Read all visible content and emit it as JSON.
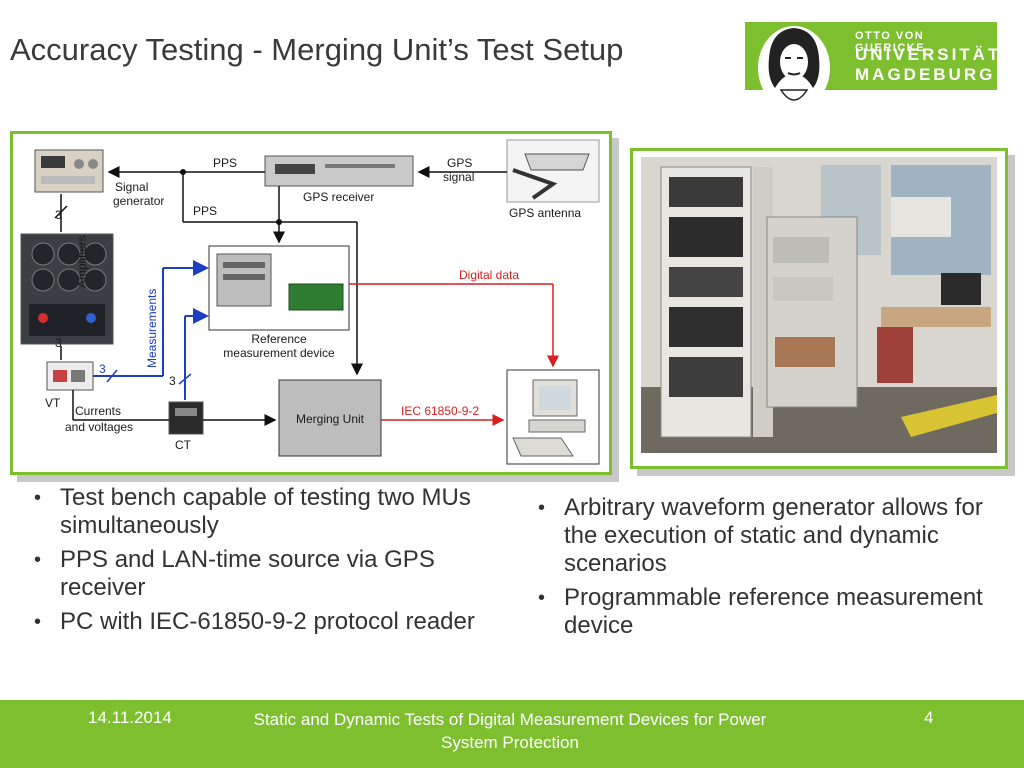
{
  "slide": {
    "title": "Accuracy Testing - Merging Unit’s Test Setup"
  },
  "logo": {
    "line1": "OTTO VON GUERICKE",
    "line2": "UNIVERSITÄT",
    "line3": "MAGDEBURG"
  },
  "diagram": {
    "pps_top": "PPS",
    "gps_signal_1": "GPS",
    "gps_signal_2": "signal",
    "gps_receiver": "GPS receiver",
    "gps_antenna": "GPS antenna",
    "signal_generator_1": "Signal",
    "signal_generator_2": "generator",
    "pps_mid": "PPS",
    "three_a": "3",
    "three_b": "3",
    "three_c": "3",
    "three_d": "3",
    "amplifiers": "Amplifiers",
    "measurements": "Measurements",
    "digital_data": "Digital data",
    "reference_1": "Reference",
    "reference_2": "measurement device",
    "vt": "VT",
    "currents_1": "Currents",
    "currents_2": "and voltages",
    "ct": "CT",
    "merging_unit": "Merging Unit",
    "iec": "IEC 61850-9-2"
  },
  "bullets_left": [
    "Test bench capable of testing two MUs simultaneously",
    "PPS and LAN-time source via GPS receiver",
    "PC with IEC-61850-9-2 protocol reader"
  ],
  "bullets_right": [
    "Arbitrary waveform generator allows for the execution of static and dynamic scenarios",
    "Programmable reference measurement device"
  ],
  "footer": {
    "date": "14.11.2014",
    "title": "Static and Dynamic Tests of Digital Measurement Devices for Power System Protection",
    "page": "4"
  },
  "colors": {
    "accent_green": "#7dbf2f",
    "arrow_blue": "#1a3fc0",
    "arrow_red": "#d92020"
  }
}
